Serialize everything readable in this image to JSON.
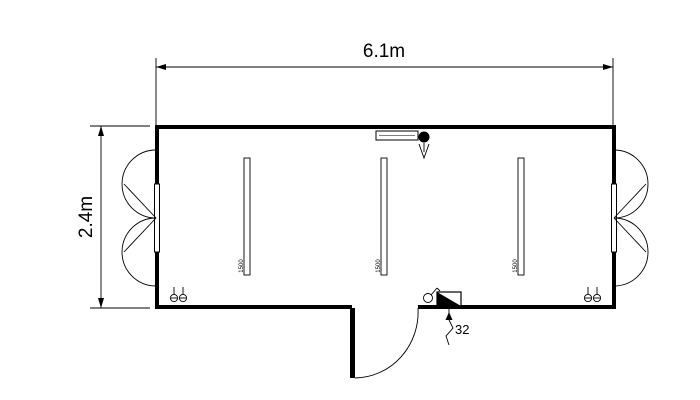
{
  "dimensions": {
    "width_label": "6.1m",
    "height_label": "2.4m"
  },
  "lights": [
    {
      "label": "1500"
    },
    {
      "label": "1500"
    },
    {
      "label": "1500"
    }
  ],
  "power_supply": {
    "label": "32"
  }
}
